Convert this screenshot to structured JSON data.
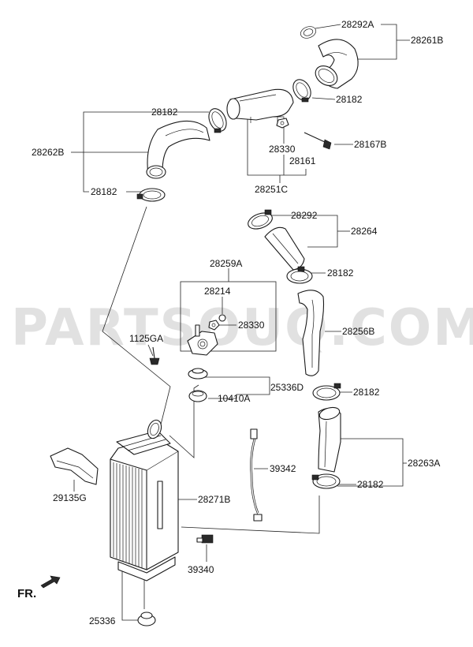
{
  "watermark": "PARTSOUQ.COM",
  "direction_label": "FR.",
  "callouts": {
    "c28292A": "28292A",
    "c28261B": "28261B",
    "c28182_top_right": "28182",
    "c28182_top_left": "28182",
    "c28262B": "28262B",
    "c28330_upper": "28330",
    "c28167B": "28167B",
    "c28161": "28161",
    "c28182_left": "28182",
    "c28251C": "28251C",
    "c28292": "28292",
    "c28264": "28264",
    "c28259A": "28259A",
    "c28182_mid": "28182",
    "c28214": "28214",
    "c28330_lower": "28330",
    "c28256B": "28256B",
    "c1125GA": "1125GA",
    "c25336D": "25336D",
    "c28182_lower": "28182",
    "c10410A": "10410A",
    "c28263A": "28263A",
    "c39342": "39342",
    "c28182_bottom": "28182",
    "c29135G": "29135G",
    "c28271B": "28271B",
    "c39340": "39340",
    "c25336": "25336"
  }
}
